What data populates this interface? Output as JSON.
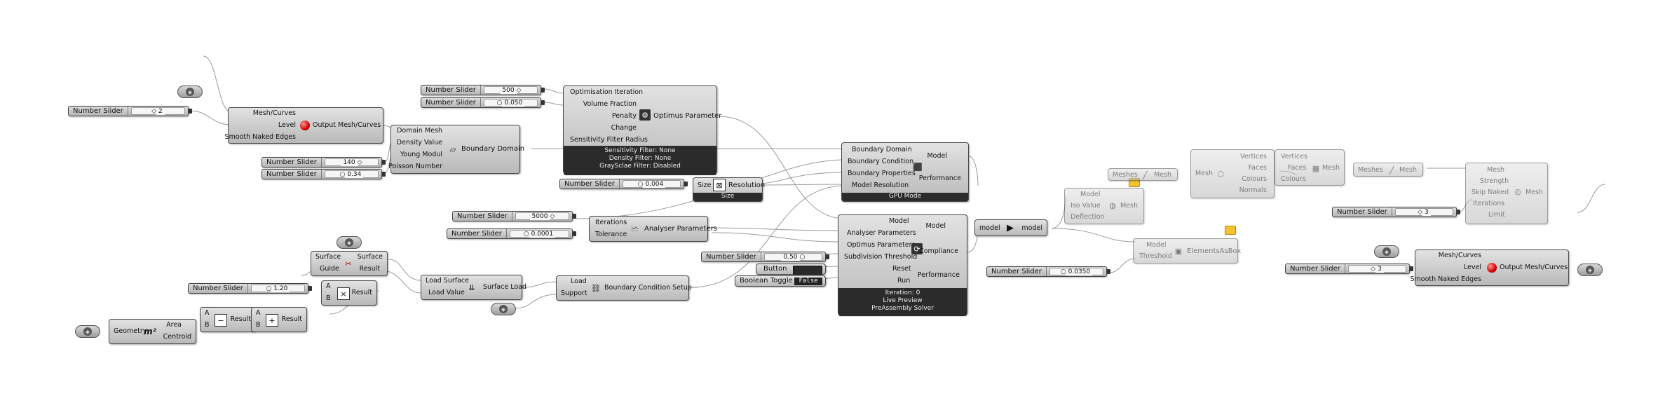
{
  "slider_label": "Number Slider",
  "sliders": {
    "s1": "2",
    "s2": "500",
    "s3": "0.050",
    "s4": "140",
    "s5": "0.34",
    "s6": "0.004",
    "s7": "5000",
    "s8": "0.0001",
    "s9": "1.20",
    "s10": "0.50",
    "s11": "0.0350",
    "s12": "3",
    "s13": "3"
  },
  "nodes": {
    "meshcurves1": {
      "inputs": [
        "Mesh/Curves",
        "Level",
        "Smooth Naked Edges"
      ],
      "output": "Output Mesh/Curves"
    },
    "boundary_domain": {
      "inputs": [
        "Domain Mesh",
        "Density Value",
        "Young Modul",
        "Poisson Number"
      ],
      "title": "Boundary Domain"
    },
    "optimus": {
      "inputs": [
        "Optimisation Iteration",
        "Volume Fraction",
        "Penalty",
        "Change",
        "Sensitivity Filter Radius"
      ],
      "title": "Optimus Parameter",
      "footer": [
        "Sensitivity Filter: None",
        "Density Filter: None",
        "GraySclae Filter: Disabled"
      ]
    },
    "resolution": {
      "input": "Size",
      "title": "Resolution",
      "footer": "Size"
    },
    "gpu": {
      "inputs": [
        "Boundary Domain",
        "Boundary Condition",
        "Boundary Properties",
        "Model Resolution"
      ],
      "outputs": [
        "Model",
        "Performance"
      ],
      "footer": "GPU Mode"
    },
    "analyser": {
      "inputs": [
        "Iterations",
        "Tolerance"
      ],
      "title": "Analyser Parameters"
    },
    "solver": {
      "inputs": [
        "Model",
        "Analyser Parameters",
        "Optimus Parameters",
        "Subdivision Threshold",
        "Reset",
        "Run"
      ],
      "outputs": [
        "Model",
        "Compliance",
        "Performance"
      ],
      "footer": [
        "Iteration: 0",
        "Live Preview",
        "PreAssembly Solver"
      ]
    },
    "button": "Button",
    "toggle": {
      "label": "Boolean Toggle",
      "value": "False"
    },
    "model_relay": {
      "input": "model",
      "output": "model"
    },
    "isovalue": {
      "inputs": [
        "Model",
        "Iso Value",
        "Deflection"
      ],
      "output": "Mesh"
    },
    "elements": {
      "inputs": [
        "Model",
        "Threshold"
      ],
      "title": "ElementsAsBox"
    },
    "mesh_small": {
      "input": "Meshes",
      "output": "Mesh"
    },
    "deconstruct": {
      "input": "Mesh",
      "outputs": [
        "Vertices",
        "Faces",
        "Colours",
        "Normals"
      ]
    },
    "construct": {
      "inputs": [
        "Vertices",
        "Faces",
        "Colours"
      ],
      "output": "Mesh"
    },
    "join": {
      "input": "Meshes",
      "output": "Mesh"
    },
    "smooth": {
      "inputs": [
        "Mesh",
        "Strength",
        "Skip Naked",
        "Iterations",
        "Limit"
      ],
      "output": "Mesh"
    },
    "meshcurves2": {
      "inputs": [
        "Mesh/Curves",
        "Level",
        "Smooth Naked Edges"
      ],
      "output": "Output Mesh/Curves"
    },
    "surface_split": {
      "inputs": [
        "Surface",
        "Guide"
      ],
      "outputs": [
        "Surface",
        "Result"
      ]
    },
    "multiply": {
      "inputs": [
        "A",
        "B"
      ],
      "output": "Result",
      "symbol": "×"
    },
    "surface_load": {
      "inputs": [
        "Load Surface",
        "Load Value"
      ],
      "title": "Surface Load"
    },
    "bc_setup": {
      "inputs": [
        "Load",
        "Support"
      ],
      "title": "Boundary Condition Setup"
    },
    "area": {
      "input": "Geometry",
      "outputs": [
        "Area",
        "Centroid"
      ],
      "symbol": "m²"
    },
    "subtract": {
      "inputs": [
        "A",
        "B"
      ],
      "output": "Result",
      "symbol": "−"
    },
    "add": {
      "inputs": [
        "A",
        "B"
      ],
      "output": "Result",
      "symbol": "+"
    }
  }
}
